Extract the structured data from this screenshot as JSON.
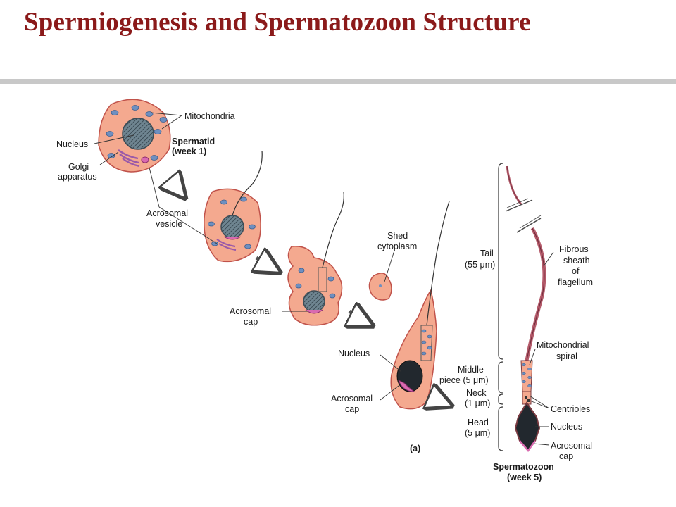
{
  "title": "Spermiogenesis and Spermatozoon Structure",
  "labels": {
    "mitochondria": "Mitochondria",
    "nucleus_1": "Nucleus",
    "spermatid_1": "Spermatid",
    "spermatid_2": "(week 1)",
    "golgi_1": "Golgi",
    "golgi_2": "apparatus",
    "acro_vesicle_1": "Acrosomal",
    "acro_vesicle_2": "vesicle",
    "shed_1": "Shed",
    "shed_2": "cytoplasm",
    "acro_cap1_1": "Acrosomal",
    "acro_cap1_2": "cap",
    "nucleus_2": "Nucleus",
    "acro_cap2_1": "Acrosomal",
    "acro_cap2_2": "cap",
    "part_a": "(a)",
    "tail_1": "Tail",
    "tail_2": "(55 μm)",
    "middle_1": "Middle",
    "middle_2": "piece (5 μm)",
    "neck_1": "Neck",
    "neck_2": "(1 μm)",
    "head_1": "Head",
    "head_2": "(5 μm)",
    "fibrous_1": "Fibrous",
    "fibrous_2": "sheath",
    "fibrous_3": "of",
    "fibrous_4": "flagellum",
    "mito_spiral_1": "Mitochondrial",
    "mito_spiral_2": "spiral",
    "centrioles": "Centrioles",
    "nucleus_3": "Nucleus",
    "acro_cap3_1": "Acrosomal",
    "acro_cap3_2": "cap",
    "spermatozoon_1": "Spermatozoon",
    "spermatozoon_2": "(week 5)"
  },
  "colors": {
    "title": "#8b1a1a",
    "cytoplasm": "#f4a98f",
    "cytoplasm_edge": "#c0524a",
    "nucleus": "#6f8591",
    "mitochondria": "#6e8fc0",
    "golgi": "#9b5aa8",
    "acrosome": "#d96ab0",
    "sperm_nucleus": "#22282e"
  }
}
